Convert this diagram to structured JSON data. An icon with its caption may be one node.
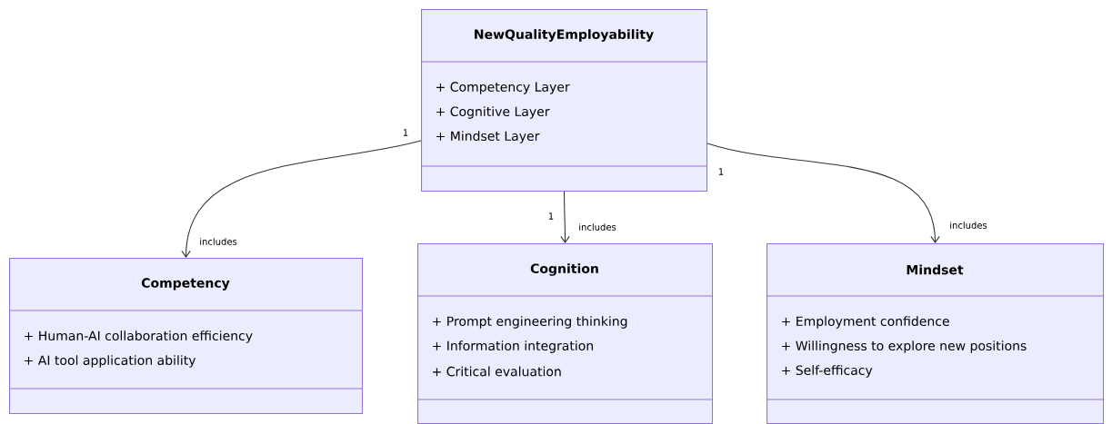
{
  "diagram": {
    "nodes": [
      {
        "text": [
          "NewQualityEmployability",
          "+ Competency Layer",
          "+ Cognitive Layer",
          "+ Mindset Layer"
        ]
      },
      {
        "text": [
          "Competency",
          "+ Human-AI collaboration efficiency",
          "+ AI tool application ability"
        ]
      },
      {
        "text": [
          "Cognition",
          "+ Prompt engineering thinking",
          "+ Information integration",
          "+ Critical evaluation"
        ]
      },
      {
        "text": [
          "Mindset",
          "+ Employment confidence",
          "+ Willingness to explore new positions",
          "+ Self-efficacy"
        ]
      }
    ],
    "edges": [
      {
        "from": 0,
        "to": 1,
        "arrow": "to",
        "label": "includes"
      },
      {
        "from": 0,
        "to": 2,
        "arrow": "to",
        "label": "includes"
      },
      {
        "from": 0,
        "to": 3,
        "arrow": "to",
        "label": "includes"
      }
    ],
    "labels": [
      "1",
      "1",
      "1"
    ]
  }
}
